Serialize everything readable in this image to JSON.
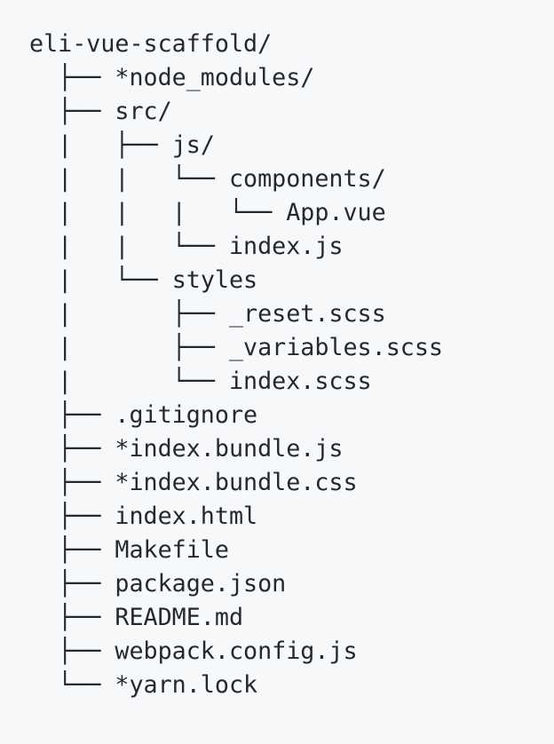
{
  "tree": {
    "lines": [
      {
        "connector": "",
        "name": "eli-vue-scaffold/"
      },
      {
        "connector": "  ├── ",
        "name": "*node_modules/"
      },
      {
        "connector": "  ├── ",
        "name": "src/"
      },
      {
        "connector": "  |   ├── ",
        "name": "js/"
      },
      {
        "connector": "  |   |   └── ",
        "name": "components/"
      },
      {
        "connector": "  |   |   |   └── ",
        "name": "App.vue"
      },
      {
        "connector": "  |   |   └── ",
        "name": "index.js"
      },
      {
        "connector": "  |   └── ",
        "name": "styles"
      },
      {
        "connector": "  |       ├── ",
        "name": "_reset.scss"
      },
      {
        "connector": "  |       ├── ",
        "name": "_variables.scss"
      },
      {
        "connector": "  |       └── ",
        "name": "index.scss"
      },
      {
        "connector": "  ├── ",
        "name": ".gitignore"
      },
      {
        "connector": "  ├── ",
        "name": "*index.bundle.js"
      },
      {
        "connector": "  ├── ",
        "name": "*index.bundle.css"
      },
      {
        "connector": "  ├── ",
        "name": "index.html"
      },
      {
        "connector": "  ├── ",
        "name": "Makefile"
      },
      {
        "connector": "  ├── ",
        "name": "package.json"
      },
      {
        "connector": "  ├── ",
        "name": "README.md"
      },
      {
        "connector": "  ├── ",
        "name": "webpack.config.js"
      },
      {
        "connector": "  └── ",
        "name": "*yarn.lock"
      }
    ]
  }
}
